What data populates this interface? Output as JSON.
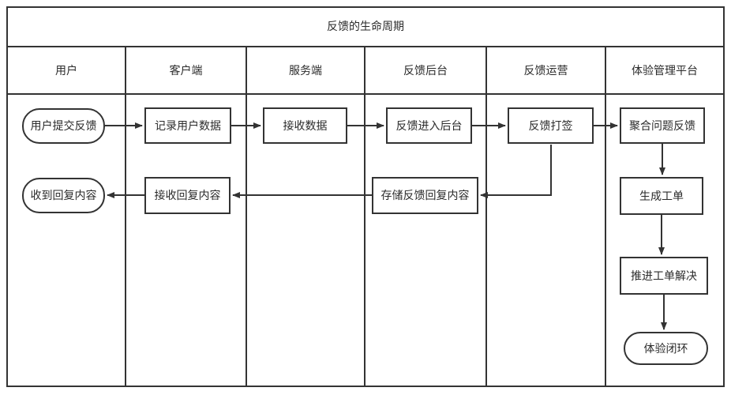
{
  "diagram": {
    "title": "反馈的生命周期",
    "colors": {
      "line": "#333333",
      "text": "#2b2b2b",
      "background": "#ffffff"
    },
    "lanes": [
      {
        "label": "用户"
      },
      {
        "label": "客户端"
      },
      {
        "label": "服务端"
      },
      {
        "label": "反馈后台"
      },
      {
        "label": "反馈运营"
      },
      {
        "label": "体验管理平台"
      }
    ],
    "nodes": [
      {
        "id": "user-submit-feedback",
        "label": "用户提交反馈",
        "shape": "stadium",
        "lane": "用户"
      },
      {
        "id": "record-user-data",
        "label": "记录用户数据",
        "shape": "rect",
        "lane": "客户端"
      },
      {
        "id": "receive-data",
        "label": "接收数据",
        "shape": "rect",
        "lane": "服务端"
      },
      {
        "id": "feedback-enter-backend",
        "label": "反馈进入后台",
        "shape": "rect",
        "lane": "反馈后台"
      },
      {
        "id": "feedback-tagging",
        "label": "反馈打签",
        "shape": "rect",
        "lane": "反馈运营"
      },
      {
        "id": "aggregate-issue-feedback",
        "label": "聚合问题反馈",
        "shape": "rect",
        "lane": "体验管理平台"
      },
      {
        "id": "received-reply-content",
        "label": "收到回复内容",
        "shape": "stadium",
        "lane": "用户"
      },
      {
        "id": "receive-reply-content",
        "label": "接收回复内容",
        "shape": "rect",
        "lane": "客户端"
      },
      {
        "id": "store-feedback-reply",
        "label": "存储反馈回复内容",
        "shape": "rect",
        "lane": "反馈后台"
      },
      {
        "id": "create-ticket",
        "label": "生成工单",
        "shape": "rect",
        "lane": "体验管理平台"
      },
      {
        "id": "push-ticket-resolution",
        "label": "推进工单解决",
        "shape": "rect",
        "lane": "体验管理平台"
      },
      {
        "id": "experience-closed-loop",
        "label": "体验闭环",
        "shape": "stadium",
        "lane": "体验管理平台"
      }
    ],
    "edges": [
      {
        "from": "用户提交反馈",
        "to": "记录用户数据"
      },
      {
        "from": "记录用户数据",
        "to": "接收数据"
      },
      {
        "from": "接收数据",
        "to": "反馈进入后台"
      },
      {
        "from": "反馈进入后台",
        "to": "反馈打签"
      },
      {
        "from": "反馈打签",
        "to": "聚合问题反馈"
      },
      {
        "from": "聚合问题反馈",
        "to": "生成工单"
      },
      {
        "from": "生成工单",
        "to": "推进工单解决"
      },
      {
        "from": "推进工单解决",
        "to": "体验闭环"
      },
      {
        "from": "反馈打签",
        "to": "存储反馈回复内容"
      },
      {
        "from": "存储反馈回复内容",
        "to": "接收回复内容"
      },
      {
        "from": "接收回复内容",
        "to": "收到回复内容"
      }
    ]
  }
}
